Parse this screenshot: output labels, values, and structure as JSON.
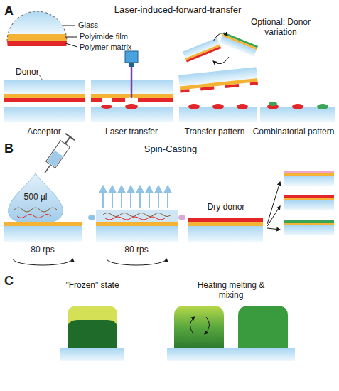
{
  "diagram": {
    "labels": [
      "A",
      "Laser-induced-forward-transfer",
      "Optional: Donor variation",
      "Glass",
      "Polyimide film",
      "Polymer matrix",
      "Donor",
      "Acceptor",
      "Laser transfer",
      "Transfer pattern",
      "Combinatorial pattern",
      "B",
      "Spin-Casting",
      "500 µl",
      "80 rps",
      "80 rps",
      "Dry donor",
      "C",
      "\"Frozen\" state",
      "Heating melting & mixing"
    ]
  }
}
